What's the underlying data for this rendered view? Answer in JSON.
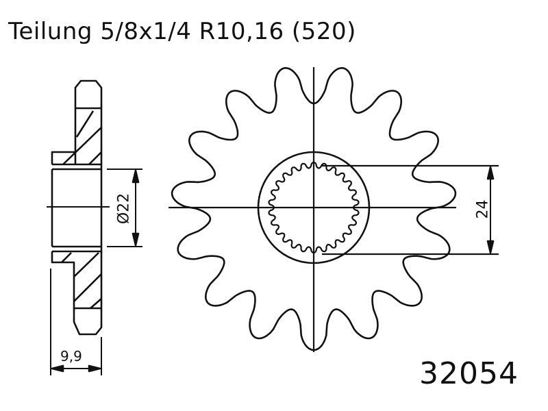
{
  "header": {
    "title": "Teilung 5/8x1/4 R10,16 (520)"
  },
  "part_number": "32054",
  "dimensions": {
    "bore_diameter": "Ø22",
    "spline_height": "24",
    "width": "9,9"
  },
  "sprocket": {
    "teeth": 15,
    "spline_teeth": 26
  },
  "colors": {
    "line": "#111111",
    "background": "#ffffff"
  }
}
